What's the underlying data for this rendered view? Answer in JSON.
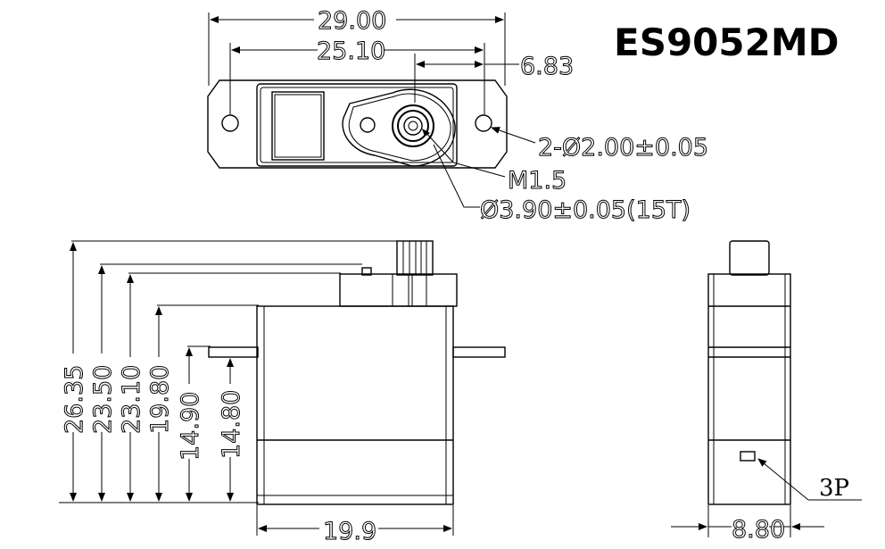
{
  "model": "ES9052MD",
  "top_view": {
    "width_overall": "29.00",
    "width_holes": "25.10",
    "offset_shaft": "6.83",
    "hole_spec": "2-Ø2.00±0.05",
    "screw": "M1.5",
    "spline": "Ø3.90±0.05(15T)"
  },
  "front_view": {
    "height_total": "26.35",
    "height_top": "23.50",
    "height_gear": "23.10",
    "height_case": "19.80",
    "height_flange_top": "14.90",
    "height_flange_bottom": "14.80",
    "width_case": "19.9"
  },
  "side_view": {
    "connector": "3P",
    "thickness": "8.80"
  }
}
